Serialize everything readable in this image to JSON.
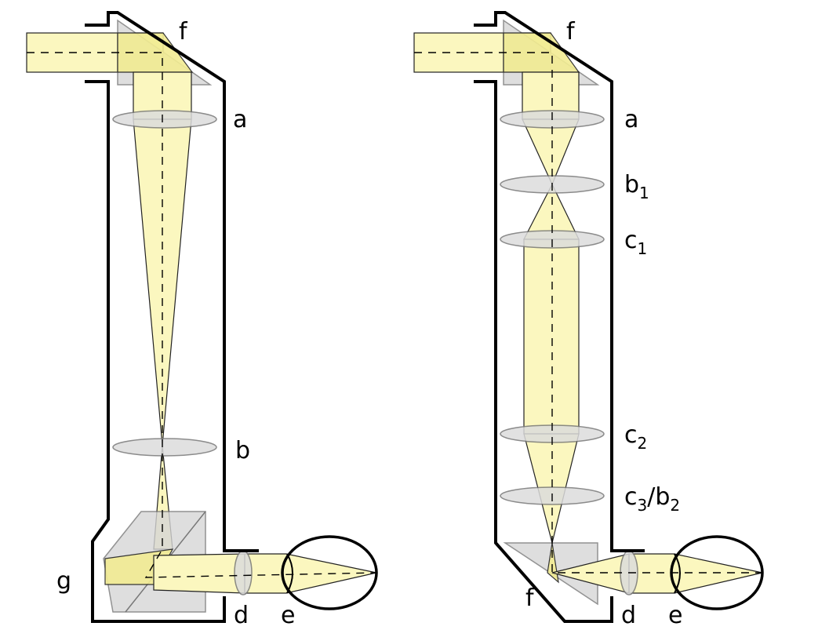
{
  "left": {
    "labels": {
      "f": "f",
      "a": "a",
      "b": "b",
      "g": "g",
      "d": "d",
      "e": "e"
    }
  },
  "right": {
    "labels": {
      "f_top": "f",
      "a": "a",
      "b1_base": "b",
      "b1_sub": "1",
      "c1_base": "c",
      "c1_sub": "1",
      "c2_base": "c",
      "c2_sub": "2",
      "c3_base": "c",
      "c3_sub": "3",
      "c3_sep": "/b",
      "c3_sub2": "2",
      "f_bottom": "f",
      "d": "d",
      "e": "e"
    }
  },
  "colors": {
    "beam": "#fbf7bf",
    "beam_bright": "#f2ec93",
    "lens": "#dcdcdc",
    "prism": "#d6d6d6",
    "outline": "#000000"
  }
}
